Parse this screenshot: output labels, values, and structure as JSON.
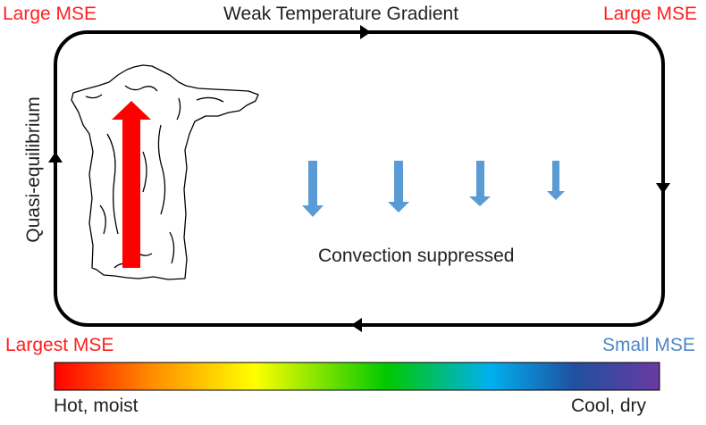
{
  "labels": {
    "top_left": "Large MSE",
    "top_center": "Weak Temperature Gradient",
    "top_right": "Large MSE",
    "left_side": "Quasi-equilibrium",
    "center": "Convection suppressed",
    "bottom_left": "Largest MSE",
    "bottom_right": "Small MSE",
    "scale_left": "Hot, moist",
    "scale_right": "Cool, dry"
  },
  "colors": {
    "large_mse": "#ff1f1f",
    "small_mse": "#4f86c6",
    "updraft_arrow": "#ff0000",
    "subsidence_arrows": "#5b9bd5",
    "circulation_loop": "#000000"
  },
  "colorbar_stops": [
    "#ff0000",
    "#ff8c00",
    "#ffff00",
    "#00c800",
    "#00b0f0",
    "#2050a0",
    "#6a3aa0"
  ],
  "icons": {
    "cloud": "convective-cloud-icon",
    "updraft": "updraft-arrow-icon",
    "subsidence": "subsidence-arrow-icon"
  }
}
